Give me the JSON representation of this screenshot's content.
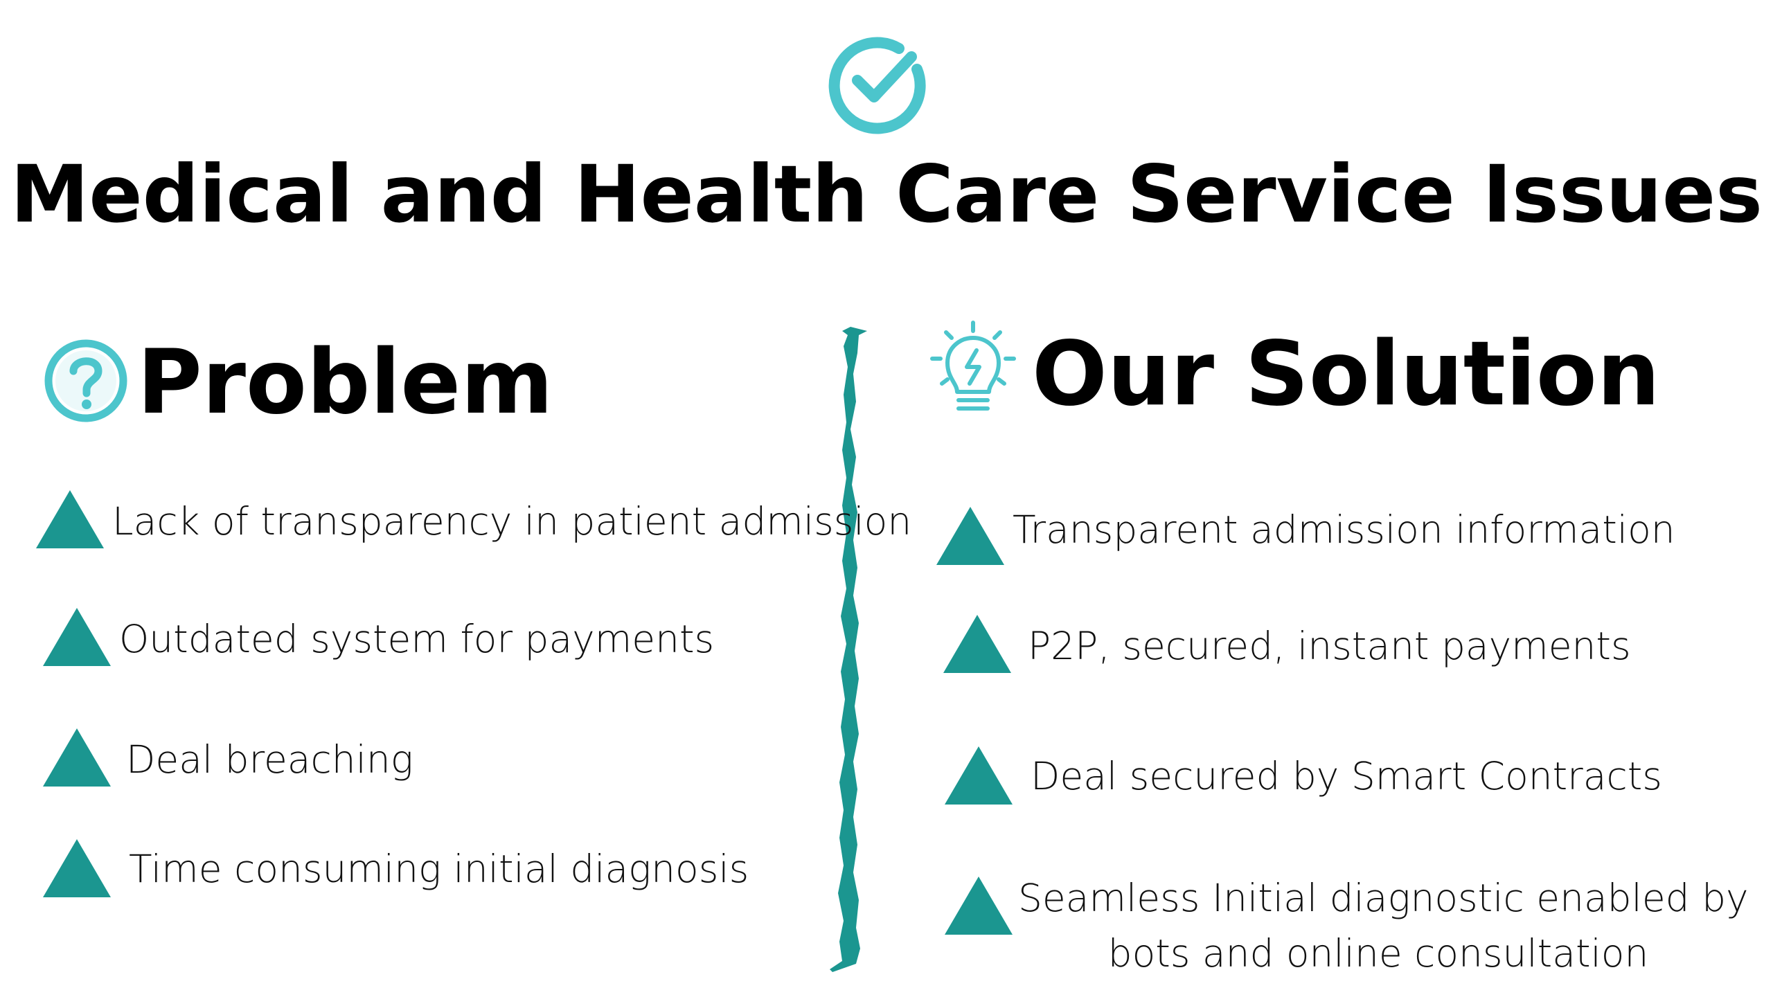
{
  "title": "Medical and Health Care Service Issues",
  "colors": {
    "accent": "#4cc5cc",
    "triangle": "#1b9690",
    "divider": "#1b9690"
  },
  "icons": {
    "top": "check-circle-icon",
    "problem": "question-circle-icon",
    "solution": "lightbulb-icon",
    "bullet": "triangle-icon"
  },
  "problem": {
    "heading": "Problem",
    "items": [
      "Lack of transparency in patient admission",
      "Outdated system for payments",
      "Deal breaching",
      "Time consuming initial diagnosis"
    ]
  },
  "solution": {
    "heading": "Our Solution",
    "items": [
      "Transparent admission information",
      "P2P, secured, instant payments",
      "Deal secured by Smart Contracts",
      "Seamless Initial diagnostic enabled by",
      "bots and online consultation"
    ]
  }
}
